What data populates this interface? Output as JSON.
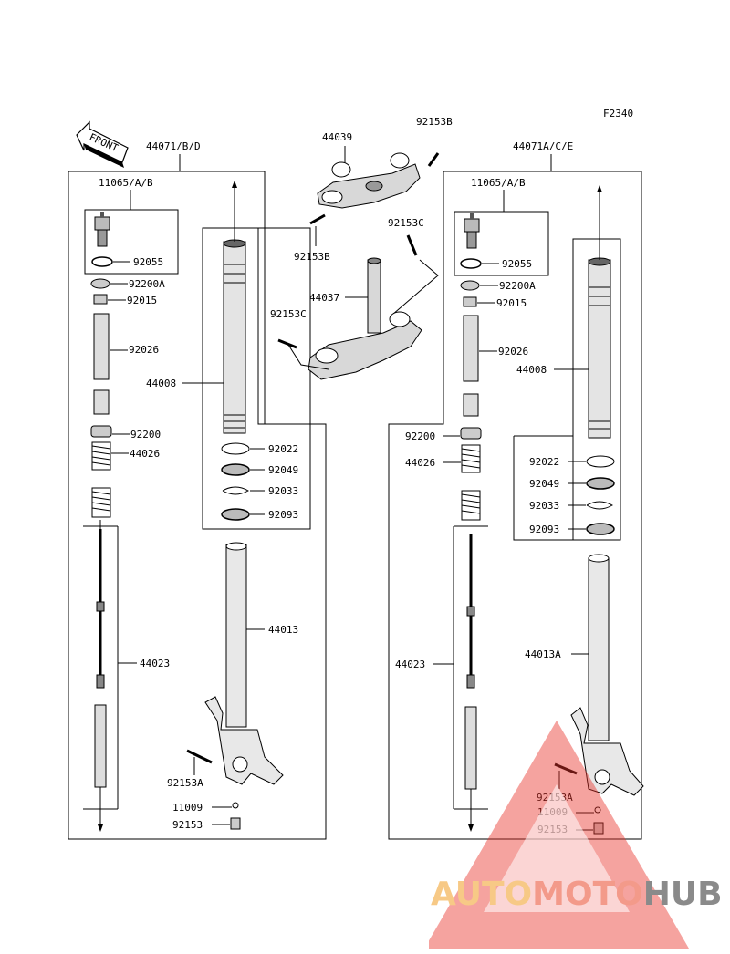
{
  "figure_code": "F2340",
  "front_label": "FRONT",
  "assemblies": {
    "left": "44071/B/D",
    "right": "44071A/C/E"
  },
  "labels": {
    "l_11065": "11065/A/B",
    "l_92055": "92055",
    "l_92200A": "92200A",
    "l_92015": "92015",
    "l_92026": "92026",
    "l_92200": "92200",
    "l_44026": "44026",
    "l_44023": "44023",
    "l_44008": "44008",
    "l_92022": "92022",
    "l_92049": "92049",
    "l_92033": "92033",
    "l_92093": "92093",
    "l_44013": "44013",
    "l_92153A": "92153A",
    "l_11009": "11009",
    "l_92153": "92153",
    "c_44039": "44039",
    "c_92153B_top": "92153B",
    "c_92153B_bot": "92153B",
    "c_92153C_right": "92153C",
    "c_44037": "44037",
    "c_92153C_left": "92153C",
    "r_11065": "11065/A/B",
    "r_92055": "92055",
    "r_92200A": "92200A",
    "r_92015": "92015",
    "r_92026": "92026",
    "r_44008": "44008",
    "r_92200": "92200",
    "r_44026": "44026",
    "r_92022": "92022",
    "r_92049": "92049",
    "r_92033": "92033",
    "r_92093": "92093",
    "r_44023": "44023",
    "r_44013A": "44013A",
    "r_92153A": "92153A",
    "r_11009": "11009",
    "r_92153": "92153"
  },
  "watermark": {
    "part1": "AUTO",
    "part2": "MOTO",
    "part3": "HUB",
    "triangle_color": "#e8332a"
  }
}
